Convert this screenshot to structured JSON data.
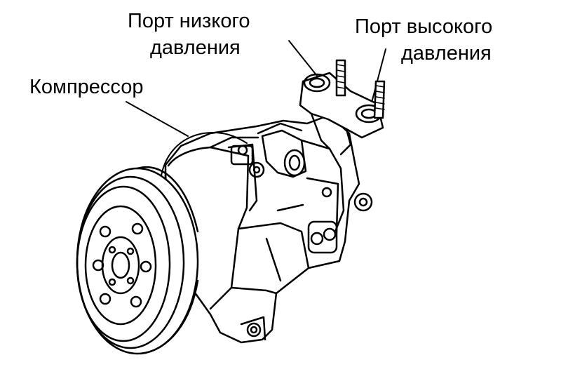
{
  "labels": {
    "compressor": "Компрессор",
    "low_pressure_port_line1": "Порт низкого",
    "low_pressure_port_line2": "давления",
    "high_pressure_port_line1": "Порт высокого",
    "high_pressure_port_line2": "давления"
  },
  "colors": {
    "ink": "#000000",
    "paper": "#ffffff"
  }
}
